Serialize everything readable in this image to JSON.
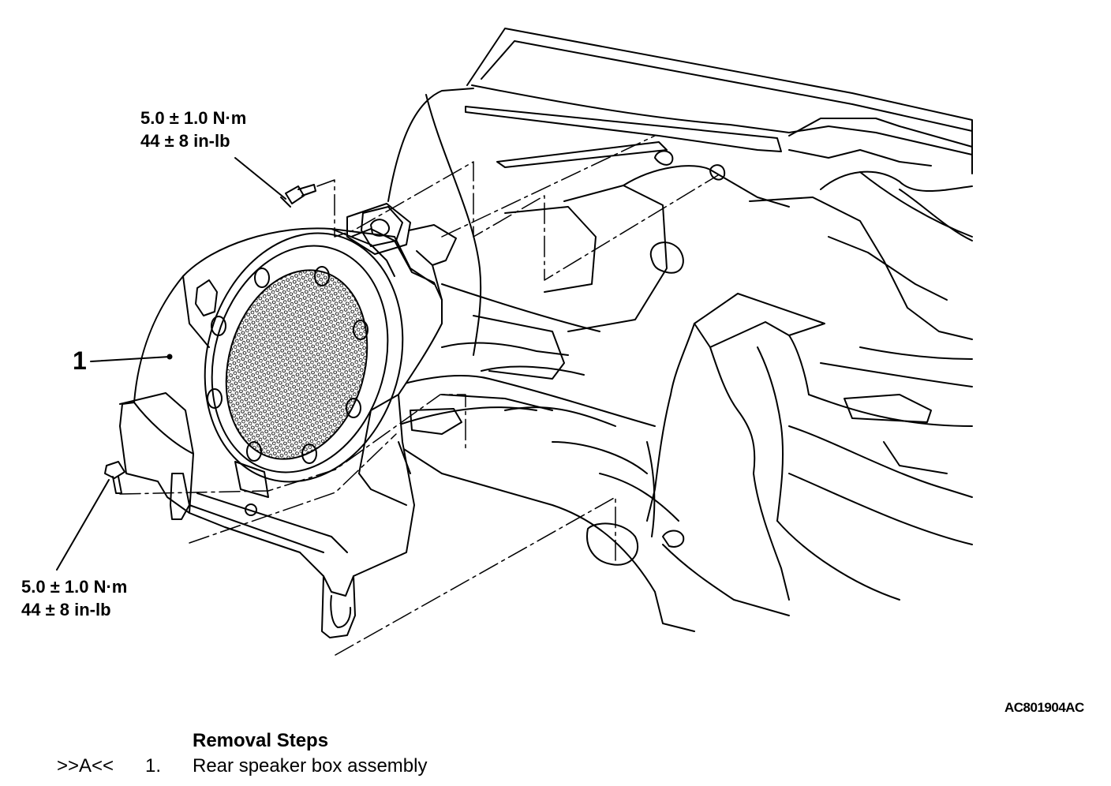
{
  "diagram": {
    "callouts": [
      {
        "number": "1",
        "part": "Rear speaker box assembly"
      }
    ],
    "torque_specs": [
      {
        "metric": "5.0 ± 1.0 N·m",
        "imperial": "44 ± 8 in-lb"
      },
      {
        "metric": "5.0 ± 1.0 N·m",
        "imperial": "44 ± 8 in-lb"
      }
    ],
    "figure_id": "AC801904AC"
  },
  "removal": {
    "title": "Removal Steps",
    "steps": [
      {
        "ref": ">>A<<",
        "number": "1.",
        "text": "Rear speaker box assembly"
      }
    ]
  }
}
